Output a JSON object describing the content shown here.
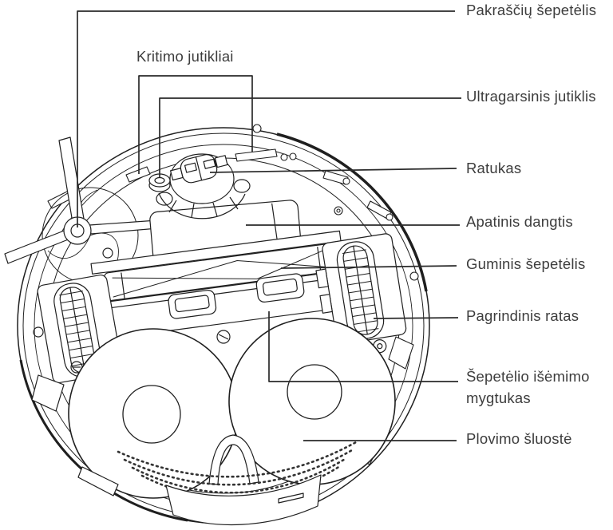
{
  "figure": {
    "type": "technical-diagram",
    "subject": "robot-vacuum-bottom-view",
    "language": "lt",
    "colors": {
      "background": "#ffffff",
      "line": "#1f1f1f",
      "text": "#3d3d3d"
    },
    "labels": {
      "side_brush": "Pakraščių šepetėlis",
      "drop_sensors": "Kritimo jutikliai",
      "ultrasonic_sensor": "Ultragarsinis jutiklis",
      "caster_wheel": "Ratukas",
      "bottom_cover": "Apatinis dangtis",
      "rubber_brush": "Guminis šepetėlis",
      "main_wheel": "Pagrindinis ratas",
      "brush_release_button": "Šepetėlio išėmimo mygtukas",
      "mop_cloth": "Plovimo šluostė"
    }
  }
}
